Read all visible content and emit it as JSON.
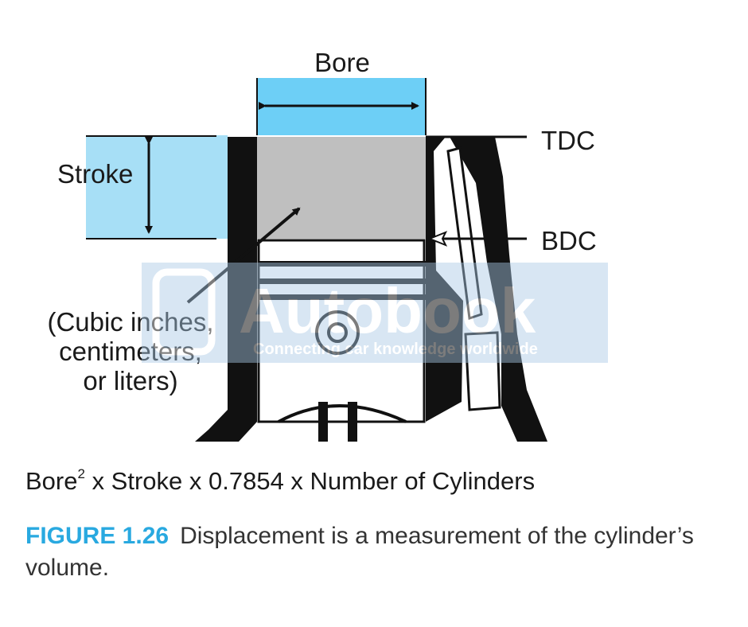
{
  "diagram": {
    "labels": {
      "bore": "Bore",
      "stroke": "Stroke",
      "tdc": "TDC",
      "bdc": "BDC",
      "volume_line1": "(Cubic inches,",
      "volume_line2": "centimeters,",
      "volume_line3": "or liters)"
    },
    "watermark": {
      "name": "Autobook",
      "tagline": "Connecting car knowledge worldwide"
    },
    "colors": {
      "bore_highlight": "#6dcff6",
      "stroke_highlight": "#a7dff6",
      "swept_volume": "#bfbfbf",
      "engine_block": "#111111"
    }
  },
  "formula": {
    "base": "Bore",
    "exponent": "2",
    "rest": " x Stroke x 0.7854 x Number of Cylinders"
  },
  "caption": {
    "figure_label": "FIGURE 1.26",
    "text": "Displacement is a measurement of the cylinder’s volume.",
    "label_color": "#29a9e0"
  }
}
